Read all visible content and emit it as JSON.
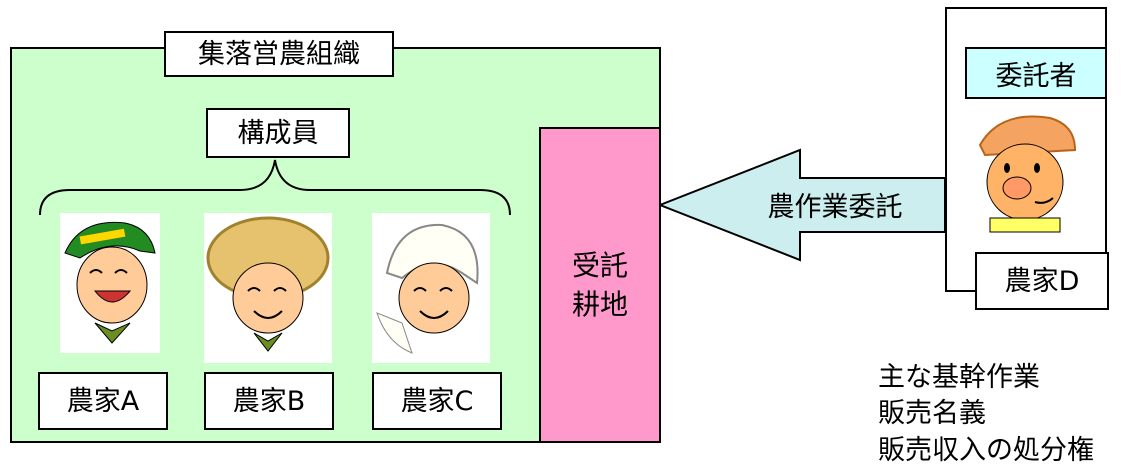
{
  "organization": {
    "title": "集落営農組織",
    "members_label": "構成員"
  },
  "farmers": [
    {
      "label": "農家A",
      "icon": "farmer-cap-icon"
    },
    {
      "label": "農家B",
      "icon": "farmer-straw-hat-icon"
    },
    {
      "label": "農家C",
      "icon": "farmer-bandana-icon"
    }
  ],
  "land": {
    "line1": "受託",
    "line2": "耕地"
  },
  "arrow": {
    "label": "農作業委託",
    "color": "#cceeee"
  },
  "consigner": {
    "title": "委託者",
    "farmer_label": "農家D",
    "icon": "farmer-d-icon"
  },
  "notes": [
    "主な基幹作業",
    "販売名義",
    "販売収入の処分権"
  ],
  "colors": {
    "org_bg": "#ccffcc",
    "land_bg": "#ff99cc",
    "consigner_bg": "#ccffff"
  }
}
